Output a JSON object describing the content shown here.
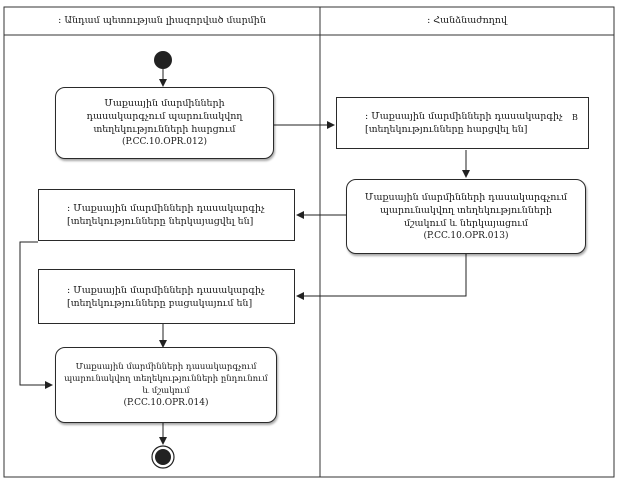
{
  "lanes": {
    "left_title": ": Անդամ պետության լիազորված մարմին",
    "right_title": ": Հանձնաժողով"
  },
  "nodes": {
    "box1": {
      "lines": [
        "Մաքսային մարմինների",
        "դասակարգչում պարունակվող",
        "տեղեկությունների հարցում"
      ],
      "code": "(P.CC.10.OPR.012)"
    },
    "box2": {
      "lines": [
        ": Մաքսային մարմինների դասակարգիչ",
        "[տեղեկությունները հարցվել են]"
      ]
    },
    "box3": {
      "lines": [
        "Մաքսային մարմինների դասակարգչում",
        "պարունակվող տեղեկությունների",
        "մշակում և ներկայացում"
      ],
      "code": "(P.CC.10.OPR.013)"
    },
    "box4": {
      "lines": [
        ": Մաքսային մարմինների դասակարգիչ",
        "[տեղեկությունները ներկայացվել են]"
      ]
    },
    "box5": {
      "lines": [
        ": Մաքսային մարմինների դասակարգիչ",
        "[տեղեկությունները բացակայում են]"
      ]
    },
    "box6": {
      "lines": [
        "Մաքսային մարմինների դասակարգչում",
        "պարունակվող տեղեկությունների ընդունում",
        "և մշակում"
      ],
      "code": "(P.CC.10.OPR.014)"
    }
  },
  "marks": {
    "box2_note": "B"
  }
}
